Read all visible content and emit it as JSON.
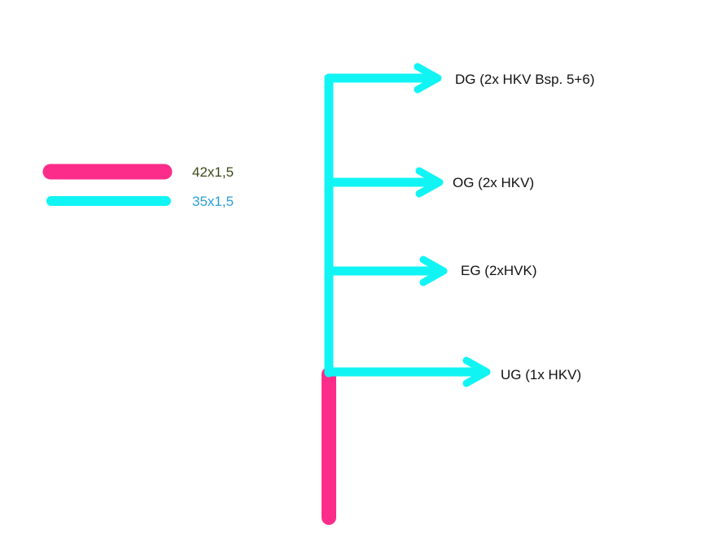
{
  "colors": {
    "pipe_42": "#fc2d8a",
    "pipe_35": "#11f4f4",
    "legend_label_42": "#3a4a1a",
    "legend_label_35": "#2a9fd6",
    "branch_text": "#111111"
  },
  "legend": {
    "pipe_42_label": "42x1,5",
    "pipe_35_label": "35x1,5"
  },
  "branches": [
    {
      "label": "DG (2x HKV Bsp. 5+6)"
    },
    {
      "label": "OG (2x HKV)"
    },
    {
      "label": "EG (2xHVK)"
    },
    {
      "label": "UG (1x HKV)"
    }
  ]
}
